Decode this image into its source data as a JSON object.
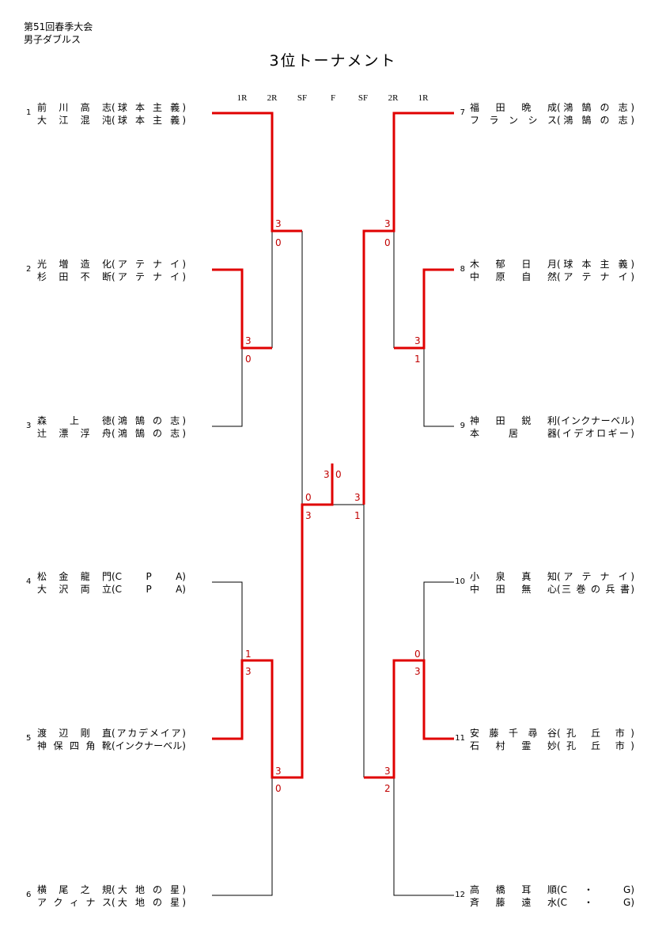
{
  "header": {
    "event": "第51回春季大会",
    "category": "男子ダブルス",
    "title": "3位トーナメント"
  },
  "rounds": [
    "1R",
    "2R",
    "SF",
    "F",
    "SF",
    "2R",
    "1R"
  ],
  "left_players": [
    {
      "seed": "1",
      "p1": {
        "name": "前 川 高 志",
        "team": "(球 本 主 義)"
      },
      "p2": {
        "name": "大 江 混 沌",
        "team": "(球 本 主 義)"
      }
    },
    {
      "seed": "2",
      "p1": {
        "name": "光 増 造 化",
        "team": "(ア テ ナ イ)"
      },
      "p2": {
        "name": "杉 田 不 断",
        "team": "(ア テ ナ イ)"
      }
    },
    {
      "seed": "3",
      "p1": {
        "name": "森 上 徳",
        "team": "(鴻 鵠 の 志)"
      },
      "p2": {
        "name": "辻 漂 浮 舟",
        "team": "(鴻 鵠 の 志)"
      }
    },
    {
      "seed": "4",
      "p1": {
        "name": "松 金 龍 門",
        "team": "(C P A)"
      },
      "p2": {
        "name": "大 沢 両 立",
        "team": "(C P A)"
      }
    },
    {
      "seed": "5",
      "p1": {
        "name": "渡 辺 剛 直",
        "team": "(アカデメイア)"
      },
      "p2": {
        "name": "神 保 四 角 靴",
        "team": "(インクナーベル)"
      }
    },
    {
      "seed": "6",
      "p1": {
        "name": "横 尾 之 規",
        "team": "(大 地 の 星)"
      },
      "p2": {
        "name": "ア ク ィ ナ ス",
        "team": "(大 地 の 星)"
      }
    }
  ],
  "right_players": [
    {
      "seed": "7",
      "p1": {
        "name": "福 田 晩 成",
        "team": "(鴻 鵠 の 志)"
      },
      "p2": {
        "name": "フ ラ ン シ ス",
        "team": "(鴻 鵠 の 志)"
      }
    },
    {
      "seed": "8",
      "p1": {
        "name": "木 郁 日 月",
        "team": "(球 本 主 義)"
      },
      "p2": {
        "name": "中 原 自 然",
        "team": "(ア テ ナ イ)"
      }
    },
    {
      "seed": "9",
      "p1": {
        "name": "神 田 鋭 利",
        "team": "(インクナーベル)"
      },
      "p2": {
        "name": "本 居 器",
        "team": "(イデオロギー)"
      }
    },
    {
      "seed": "10",
      "p1": {
        "name": "小 泉 真 知",
        "team": "(ア テ ナ イ)"
      },
      "p2": {
        "name": "中 田 無 心",
        "team": "(三 巻 の 兵 書)"
      }
    },
    {
      "seed": "11",
      "p1": {
        "name": "安 藤 千 尋 谷",
        "team": "(孔 丘 市)"
      },
      "p2": {
        "name": "石 村 霊 妙",
        "team": "(孔 丘 市)"
      }
    },
    {
      "seed": "12",
      "p1": {
        "name": "高 橋 耳 順",
        "team": "(C ・ G)"
      },
      "p2": {
        "name": "斉 藤 遠 水",
        "team": "(C ・ G)"
      }
    }
  ],
  "scores": {
    "l_top_2r_a": "3",
    "l_top_2r_b": "0",
    "l_top_1r_a": "3",
    "l_top_1r_b": "0",
    "l_bot_1r_a": "1",
    "l_bot_1r_b": "3",
    "l_bot_2r_a": "3",
    "l_bot_2r_b": "0",
    "l_sf_a": "0",
    "l_sf_b": "3",
    "r_top_2r_a": "3",
    "r_top_2r_b": "0",
    "r_top_1r_a": "3",
    "r_top_1r_b": "1",
    "r_bot_1r_a": "0",
    "r_bot_1r_b": "3",
    "r_bot_2r_a": "3",
    "r_bot_2r_b": "2",
    "r_sf_a": "3",
    "r_sf_b": "1",
    "final_l": "3",
    "final_r": "0"
  },
  "colors": {
    "winner_line": "#e00000",
    "line": "#000000",
    "score": "#c00000"
  }
}
